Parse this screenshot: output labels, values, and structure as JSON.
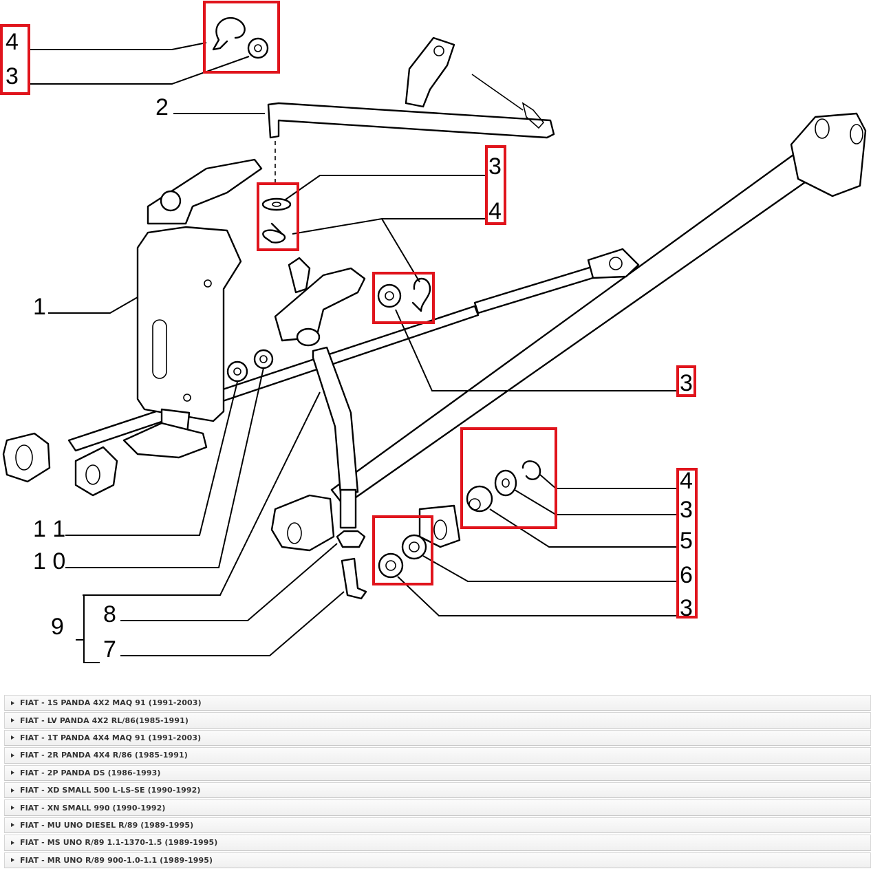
{
  "diagram": {
    "callouts": [
      {
        "id": "c-4-top-left",
        "text": "4"
      },
      {
        "id": "c-3-top-left",
        "text": "3"
      },
      {
        "id": "c-2",
        "text": "2"
      },
      {
        "id": "c-3-upper-right",
        "text": "3"
      },
      {
        "id": "c-4-upper-right",
        "text": "4"
      },
      {
        "id": "c-1",
        "text": "1"
      },
      {
        "id": "c-3-middle-right",
        "text": "3"
      },
      {
        "id": "c-11",
        "text": "1 1"
      },
      {
        "id": "c-10",
        "text": "1 0"
      },
      {
        "id": "c-4-lower-right",
        "text": "4"
      },
      {
        "id": "c-3-lower-right-a",
        "text": "3"
      },
      {
        "id": "c-5",
        "text": "5"
      },
      {
        "id": "c-6",
        "text": "6"
      },
      {
        "id": "c-3-lower-right-b",
        "text": "3"
      },
      {
        "id": "c-9",
        "text": "9"
      },
      {
        "id": "c-8",
        "text": "8"
      },
      {
        "id": "c-7",
        "text": "7"
      }
    ],
    "highlight_color": "#e0141c"
  },
  "models": [
    {
      "label": "FIAT - 1S PANDA 4X2 MAQ 91 (1991-2003)"
    },
    {
      "label": "FIAT - LV PANDA 4X2 RL/86(1985-1991)"
    },
    {
      "label": "FIAT - 1T PANDA 4X4 MAQ 91 (1991-2003)"
    },
    {
      "label": "FIAT - 2R PANDA 4X4 R/86 (1985-1991)"
    },
    {
      "label": "FIAT - 2P PANDA DS (1986-1993)"
    },
    {
      "label": "FIAT - XD SMALL 500 L-LS-SE (1990-1992)"
    },
    {
      "label": "FIAT - XN SMALL 990 (1990-1992)"
    },
    {
      "label": "FIAT - MU UNO DIESEL R/89 (1989-1995)"
    },
    {
      "label": "FIAT - MS UNO R/89 1.1-1370-1.5 (1989-1995)"
    },
    {
      "label": "FIAT - MR UNO R/89 900-1.0-1.1 (1989-1995)"
    }
  ]
}
